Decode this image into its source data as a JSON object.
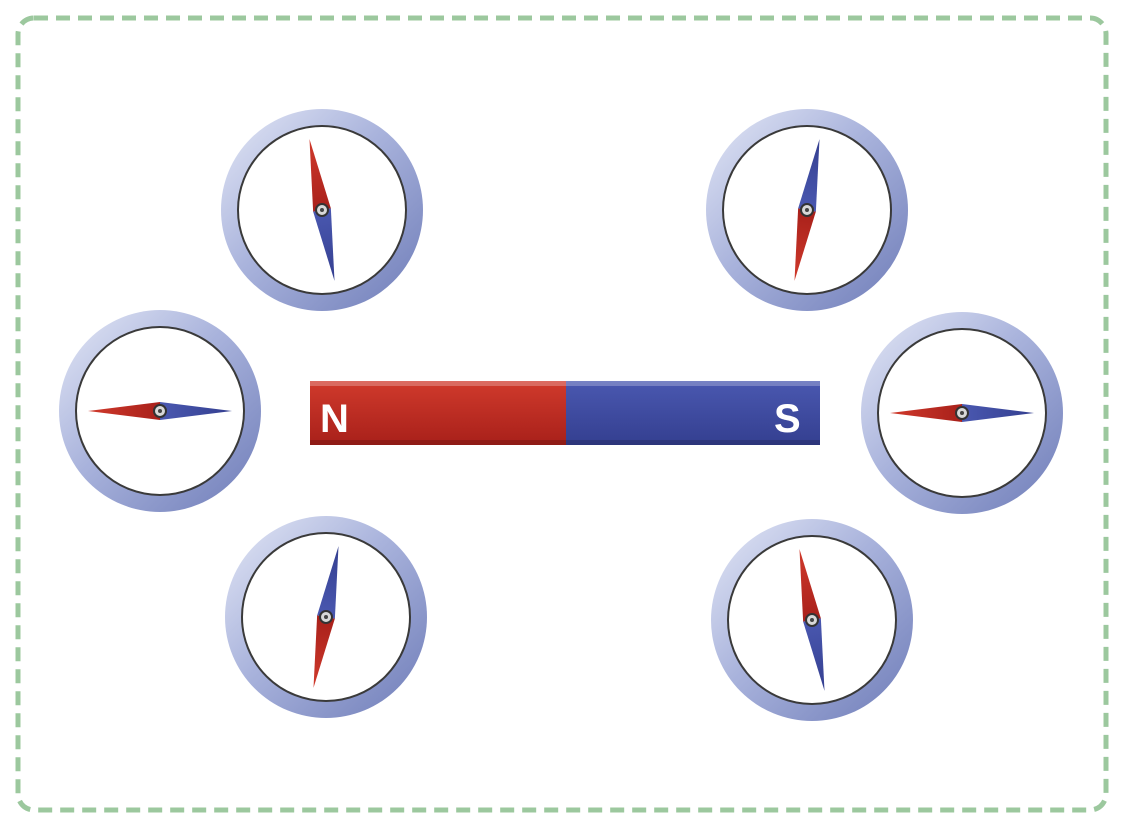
{
  "diagram": {
    "colors": {
      "frame_border": "#9cc89e",
      "background": "#ffffff",
      "north_red": "#c0281e",
      "south_blue": "#3c4aa0",
      "compass_ring": "#aab4dc",
      "compass_face": "#ffffff"
    },
    "magnet": {
      "north_label": "N",
      "south_label": "S"
    },
    "compasses": [
      {
        "id": "top-left",
        "north_pointing": "up"
      },
      {
        "id": "top-right",
        "north_pointing": "down"
      },
      {
        "id": "middle-left",
        "north_pointing": "left"
      },
      {
        "id": "middle-right",
        "north_pointing": "left"
      },
      {
        "id": "bottom-left",
        "north_pointing": "down"
      },
      {
        "id": "bottom-right",
        "north_pointing": "up"
      }
    ]
  }
}
